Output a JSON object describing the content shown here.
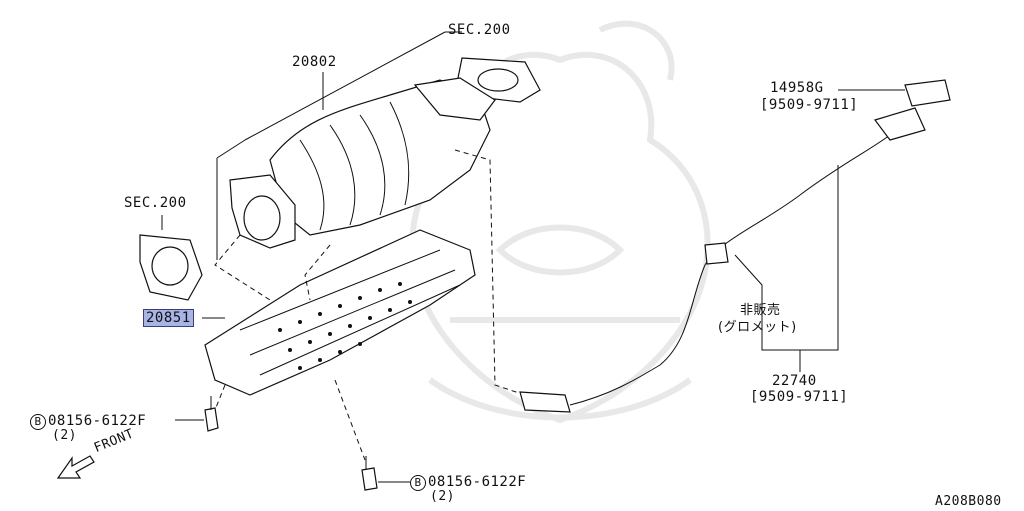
{
  "diagram": {
    "labels": {
      "sec200_top": "SEC.200",
      "p20802": "20802",
      "sec200_left": "SEC.200",
      "p20851": "20851",
      "p14958g": "14958G",
      "p14958g_date": "[9509-9711]",
      "hihanbai": "非販売",
      "grommet": "(グロメット)",
      "p22740": "22740",
      "p22740_date": "[9509-9711]",
      "bolt1_circle": "B",
      "bolt1_part": "08156-6122F",
      "bolt1_qty": "(2)",
      "bolt2_circle": "B",
      "bolt2_part": "08156-6122F",
      "bolt2_qty": "(2)",
      "front": "FRONT",
      "ref_code": "A208B080"
    }
  }
}
